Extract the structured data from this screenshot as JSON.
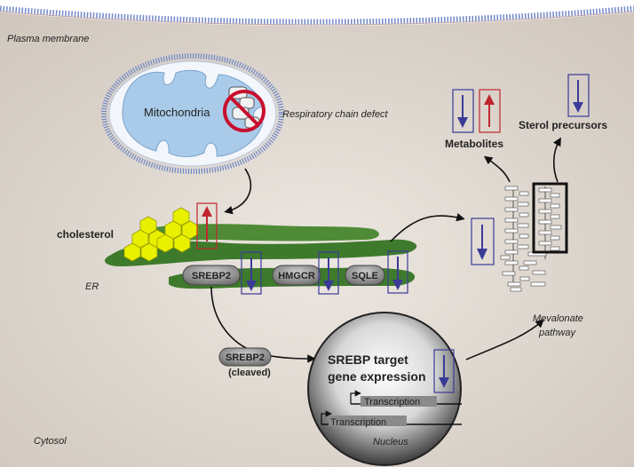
{
  "labels": {
    "plasma_membrane": "Plasma membrane",
    "mitochondria": "Mitochondria",
    "respiratory_defect": "Respiratory chain defect",
    "cholesterol": "cholesterol",
    "er": "ER",
    "srebp2": "SREBP2",
    "hmgcr": "HMGCR",
    "sqle": "SQLE",
    "srebp2_cleaved_name": "SREBP2",
    "srebp2_cleaved_note": "(cleaved)",
    "metabolites": "Metabolites",
    "sterol_precursors": "Sterol precursors",
    "mevalonate_line1": "Mevalonate",
    "mevalonate_line2": "pathway",
    "srebp_target_line1": "SREBP target",
    "srebp_target_line2": "gene expression",
    "transcription_upper": "Transcription",
    "transcription_lower": "Transcription",
    "nucleus": "Nucleus",
    "cytosol": "Cytosol"
  },
  "colors": {
    "up_arrow": "#c0262d",
    "down_arrow": "#3a3a98",
    "er_green": "#3e7a2c",
    "mito_blue": "#a9cbe9",
    "cytosol_bg": "#d9d2c9",
    "hexagon": "#e8f000",
    "prohibit": "#c8102e"
  },
  "indicators": [
    {
      "target": "cholesterol",
      "direction": "up"
    },
    {
      "target": "SREBP2",
      "direction": "down"
    },
    {
      "target": "HMGCR",
      "direction": "down"
    },
    {
      "target": "SQLE",
      "direction": "down"
    },
    {
      "target": "Mevalonate pathway",
      "direction": "down"
    },
    {
      "target": "Metabolites",
      "direction": "down"
    },
    {
      "target": "Metabolites",
      "direction": "up"
    },
    {
      "target": "Sterol precursors",
      "direction": "down"
    },
    {
      "target": "SREBP target gene expression",
      "direction": "down"
    }
  ]
}
